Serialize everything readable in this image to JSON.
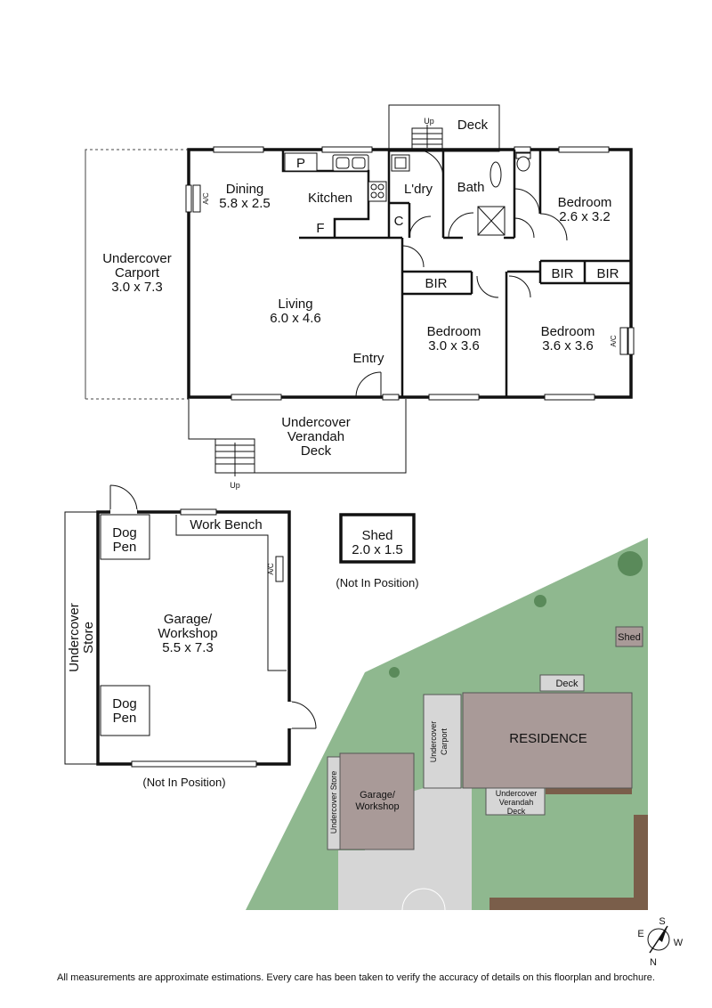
{
  "house": {
    "deck": "Deck",
    "up_top": "Up",
    "dining_name": "Dining",
    "dining_size": "5.8 x 2.5",
    "pantry": "P",
    "kitchen": "Kitchen",
    "fridge": "F",
    "laundry": "L'dry",
    "cupboard": "C",
    "bath": "Bath",
    "bed1_name": "Bedroom",
    "bed1_size": "2.6 x 3.2",
    "bir_a": "BIR",
    "bir_b": "BIR",
    "bir_c": "BIR",
    "ac_1": "A/C",
    "ac_2": "A/C",
    "carport_l1": "Undercover",
    "carport_l2": "Carport",
    "carport_size": "3.0 x 7.3",
    "living_name": "Living",
    "living_size": "6.0 x 4.6",
    "entry": "Entry",
    "bed2_name": "Bedroom",
    "bed2_size": "3.0 x 3.6",
    "bed3_name": "Bedroom",
    "bed3_size": "3.6 x 3.6",
    "verandah_l1": "Undercover",
    "verandah_l2": "Verandah",
    "verandah_l3": "Deck",
    "up_bottom": "Up"
  },
  "garage": {
    "store_l1": "Undercover",
    "store_l2": "Store",
    "dogpen_a_l1": "Dog",
    "dogpen_a_l2": "Pen",
    "work_bench": "Work Bench",
    "ac": "A/C",
    "name_l1": "Garage/",
    "name_l2": "Workshop",
    "size": "5.5 x 7.3",
    "dogpen_b_l1": "Dog",
    "dogpen_b_l2": "Pen",
    "note": "(Not In Position)"
  },
  "shed": {
    "name": "Shed",
    "size": "2.0 x 1.5",
    "note": "(Not In Position)"
  },
  "site": {
    "shed": "Shed",
    "deck": "Deck",
    "residence": "RESIDENCE",
    "carport_l1": "Undercover",
    "carport_l2": "Carport",
    "verandah_l1": "Undercover",
    "verandah_l2": "Verandah",
    "verandah_l3": "Deck",
    "store": "Undercover Store",
    "garage_l1": "Garage/",
    "garage_l2": "Workshop",
    "lawn_color": "#8fb88f",
    "paving_color": "#d6d6d6",
    "building_color": "#a99a98"
  },
  "compass": {
    "s": "S",
    "e": "E",
    "w": "W",
    "n": "N"
  },
  "disclaimer": "All measurements are approximate estimations. Every care has been taken to verify the accuracy of details on this floorplan and brochure."
}
